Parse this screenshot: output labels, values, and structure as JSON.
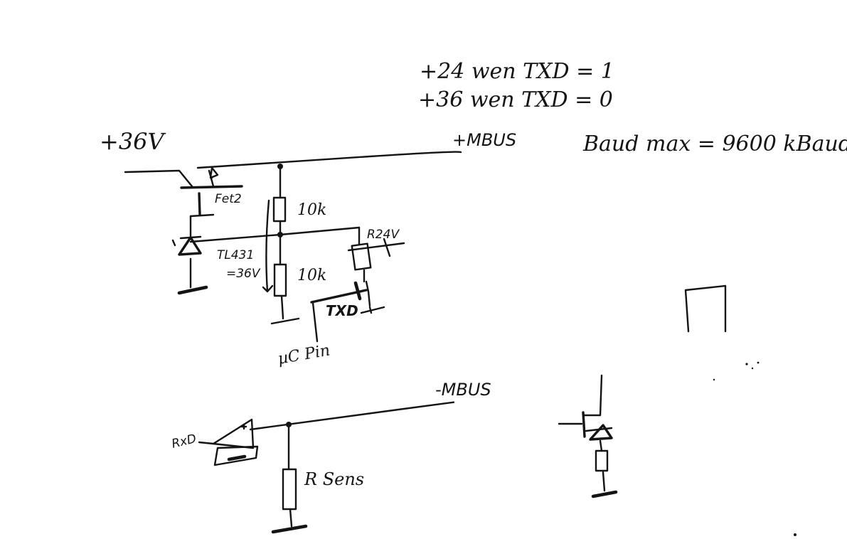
{
  "notes": {
    "line1": "+24  wen TXD = 1",
    "line2": "+36  wen TXD = 0",
    "baud": "Baud max  =  9600 kBaud"
  },
  "labels": {
    "supply": "+36V",
    "bus_plus": "+MBUS",
    "bus_minus": "-MBUS",
    "fet": "Fet2",
    "r_top": "10k",
    "r_bottom": "10k",
    "zener_name": "TL431",
    "zener_value": "=36V",
    "r24": "R24V",
    "txd": "TXD",
    "uc_pin": "µC  Pin",
    "rxd": "RxD",
    "r_sens": "R Sens"
  },
  "colors": {
    "ink": "#141414",
    "paper": "#ffffff"
  }
}
